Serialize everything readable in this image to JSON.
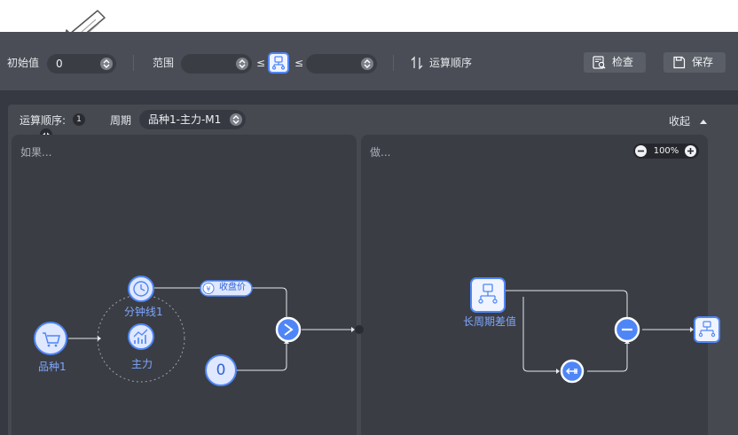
{
  "toolbar": {
    "initial_value_label": "初始值",
    "initial_value": "0",
    "range_label": "范围",
    "range_from": "",
    "range_to": "",
    "leq_symbol_1": "≤",
    "leq_symbol_2": "≤",
    "order_label": "运算顺序",
    "check_label": "检查",
    "save_label": "保存"
  },
  "frame": {
    "order_label": "运算顺序:",
    "order_value": "1",
    "period_label": "周期",
    "period_value": "品种1-主力-M1",
    "collapse_label": "收起"
  },
  "left_panel": {
    "title": "如果...",
    "nodes": {
      "symbol": "品种1",
      "minute_line": "分钟线1",
      "main": "主力",
      "close_price": "收盘价",
      "constant": "0",
      "compare": ">"
    }
  },
  "right_panel": {
    "title": "做...",
    "zoom": "100%",
    "nodes": {
      "long_period_diff": "长周期差值"
    }
  },
  "colors": {
    "accent": "#4f86f7",
    "toolbar_bg": "#4a4d55",
    "panel_bg": "#3a3d44"
  }
}
